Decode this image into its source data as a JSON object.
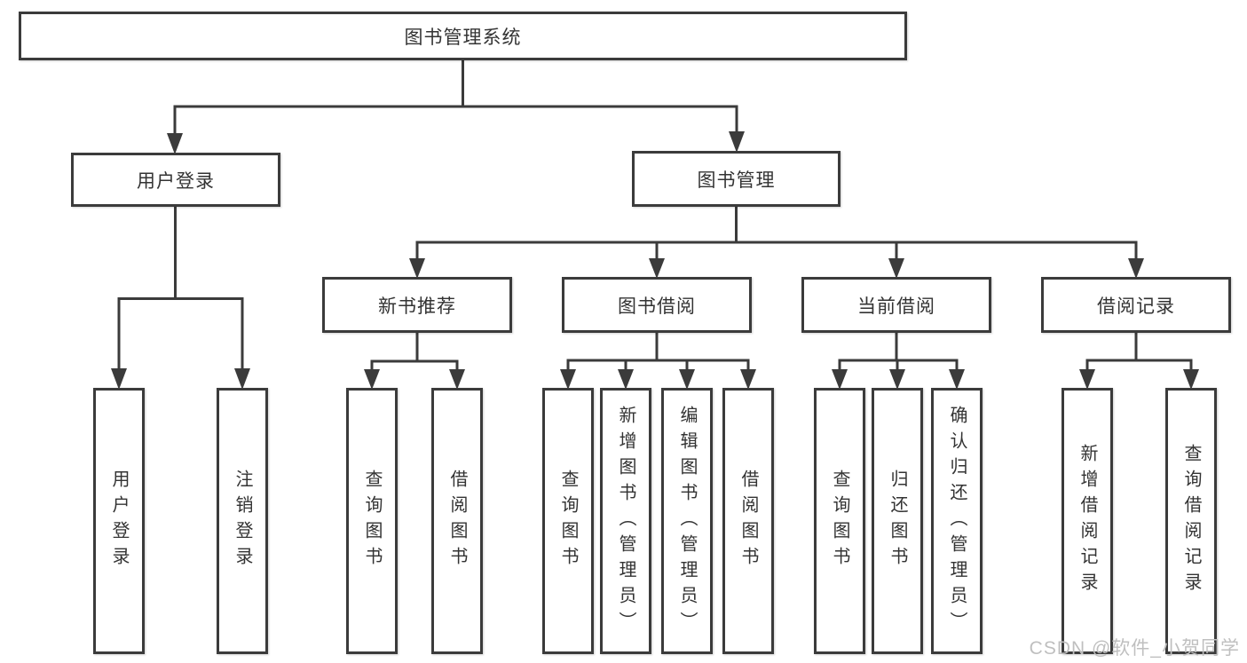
{
  "tree": {
    "root": {
      "label": "图书管理系统"
    },
    "level2": [
      {
        "label": "用户登录"
      },
      {
        "label": "图书管理"
      }
    ],
    "level3": [
      {
        "label": "新书推荐"
      },
      {
        "label": "图书借阅"
      },
      {
        "label": "当前借阅"
      },
      {
        "label": "借阅记录"
      }
    ],
    "leaves": {
      "user_login": [
        {
          "label": "用户登录"
        },
        {
          "label": "注销登录"
        }
      ],
      "new_book_recommend": [
        {
          "label": "查询图书"
        },
        {
          "label": "借阅图书"
        }
      ],
      "book_borrow": [
        {
          "label": "查询图书"
        },
        {
          "label": "新增图书（管理员）"
        },
        {
          "label": "编辑图书（管理员）"
        },
        {
          "label": "借阅图书"
        }
      ],
      "current_borrow": [
        {
          "label": "查询图书"
        },
        {
          "label": "归还图书"
        },
        {
          "label": "确认归还（管理员）"
        }
      ],
      "borrow_records": [
        {
          "label": "新增借阅记录"
        },
        {
          "label": "查询借阅记录"
        }
      ]
    }
  },
  "watermark": {
    "text": "CSDN @软件_小贺同学"
  },
  "colors": {
    "line": "#3b3b3b",
    "text": "#333333",
    "watermark": "#bfbfbf",
    "background": "#ffffff"
  }
}
